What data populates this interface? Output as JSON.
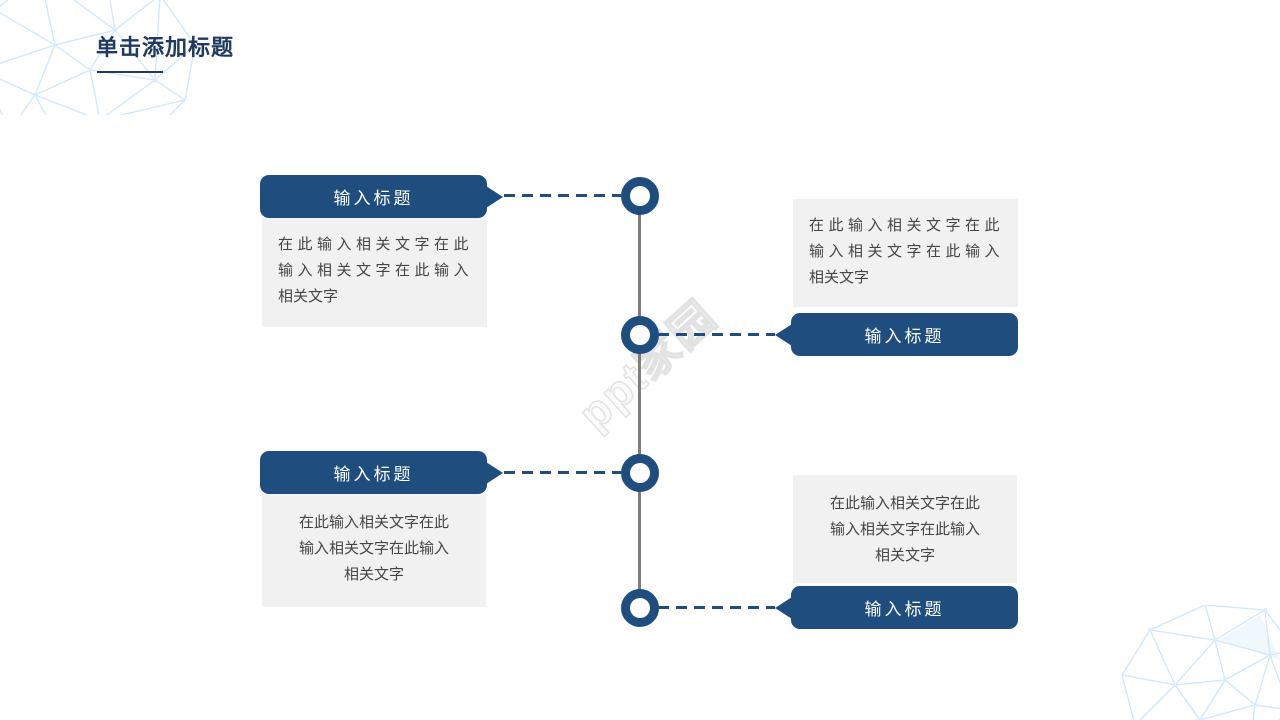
{
  "title": {
    "text": "单击添加标题"
  },
  "watermark": {
    "text": "ppt家园"
  },
  "colors": {
    "accent_blue": "#1f4e7e",
    "title_blue": "#1f3a60",
    "spine_gray": "#7d7d7d",
    "placeholder_bg": "#f1f1f1",
    "decoration_blue": "#cfe7fa"
  },
  "timeline": {
    "items": [
      {
        "side": "left",
        "title": "输入标题",
        "lines": {
          "0": "在此输入相关文字在此",
          "1": "输入相关文字在此输入",
          "2": "相关文字"
        }
      },
      {
        "side": "right",
        "title": "输入标题",
        "lines": {
          "0": "在此输入相关文字在此",
          "1": "输入相关文字在此输入",
          "2": "相关文字"
        }
      },
      {
        "side": "left",
        "title": "输入标题",
        "lines": {
          "0": "在此输入相关文字在此",
          "1": "输入相关文字在此输入",
          "2": "相关文字"
        }
      },
      {
        "side": "right",
        "title": "输入标题",
        "lines": {
          "0": "在此输入相关文字在此",
          "1": "输入相关文字在此输入",
          "2": "相关文字"
        }
      }
    ]
  }
}
